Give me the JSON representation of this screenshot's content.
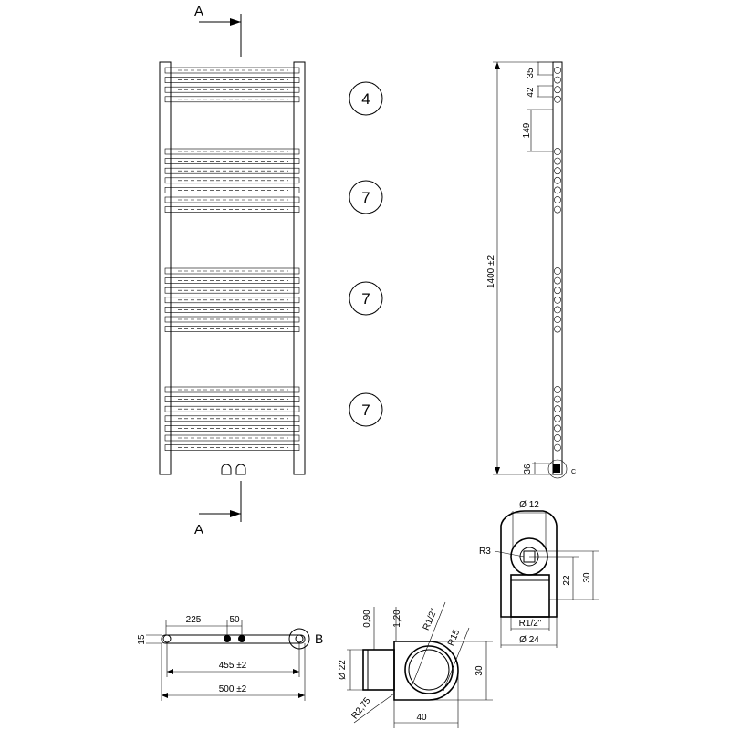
{
  "section_marks": {
    "top": "A",
    "bottom": "A"
  },
  "bar_groups": [
    {
      "count": "4"
    },
    {
      "count": "7"
    },
    {
      "count": "7"
    },
    {
      "count": "7"
    }
  ],
  "side_view": {
    "height": "1400 ±2",
    "spacing_1": "35",
    "spacing_2": "42",
    "spacing_3": "149",
    "bottom_offset": "36",
    "detail_ref": "C"
  },
  "top_view": {
    "dim_225": "225",
    "dim_50": "50",
    "dim_15": "15",
    "dim_455": "455 ±2",
    "dim_500": "500 ±2",
    "detail_ref": "B"
  },
  "detail_b": {
    "t1": "0,90",
    "t2": "1,20",
    "thread": "R1/2\"",
    "radius": "R15",
    "diameter": "Ø 22",
    "depth": "30",
    "corner_radius": "R2,75",
    "width": "40"
  },
  "detail_c": {
    "diameter_top": "Ø 12",
    "radius": "R3",
    "h1": "22",
    "h2": "30",
    "thread": "R1/2\"",
    "diameter_bottom": "Ø 24"
  }
}
